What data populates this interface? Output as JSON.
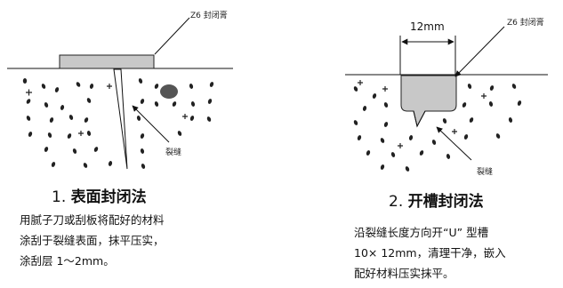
{
  "left": {
    "label_sealant": "Z6 封闭膏",
    "label_crack": "裂缝",
    "title_num": "1.",
    "title_text": "表面封闭法",
    "desc": [
      "用腻子刀或刮板将配好的材料",
      "涂刮于裂缝表面，抹平压实，",
      "涂刮层 1～2mm。"
    ]
  },
  "right": {
    "label_sealant": "Z6 封闭膏",
    "label_crack": "裂缝",
    "dimension": "12mm",
    "title_num": "2.",
    "title_text": "开槽封闭法",
    "desc": [
      "沿裂缝长度方向开“U” 型槽",
      "10× 12mm，清理干净，嵌入",
      "配好材料压实抹平。"
    ]
  }
}
